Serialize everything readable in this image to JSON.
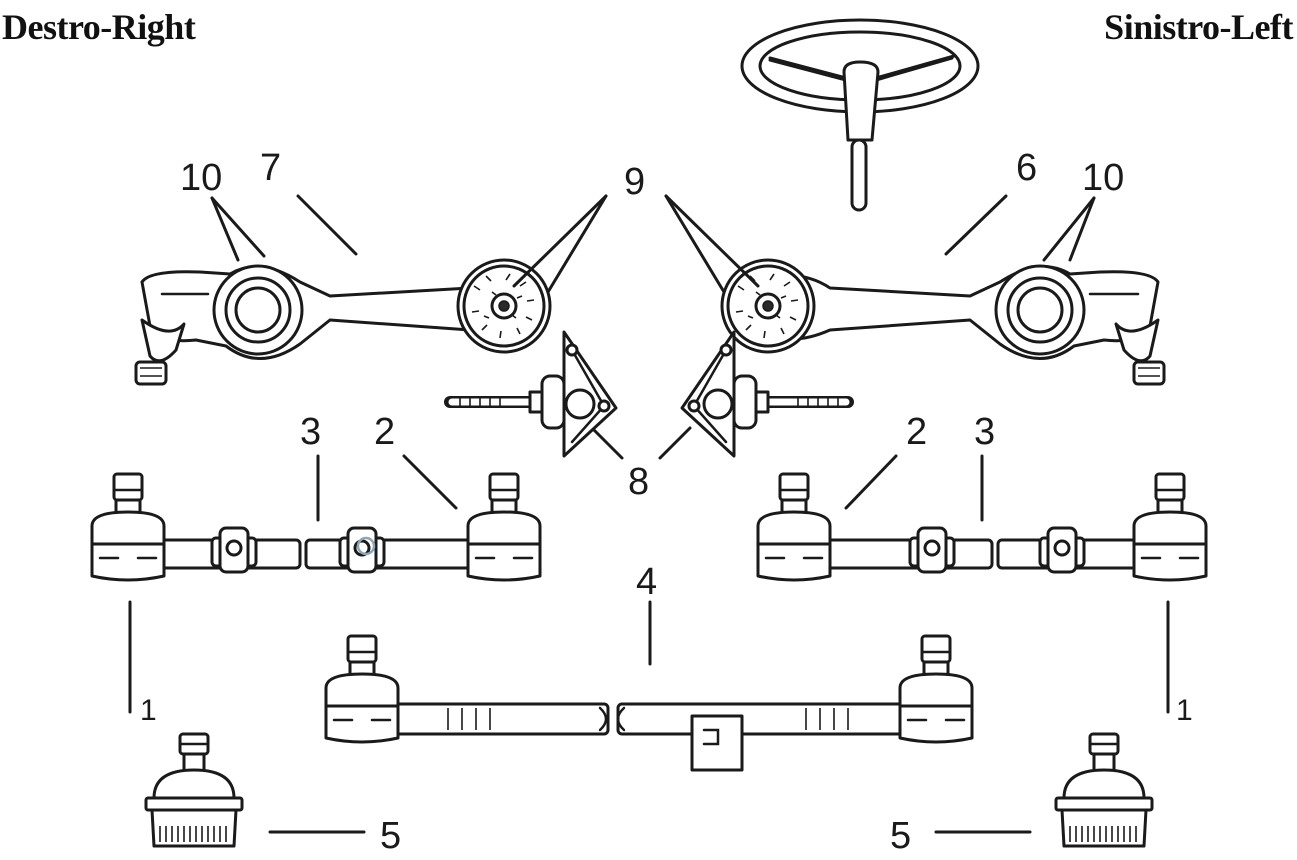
{
  "titles": {
    "right": "Destro-Right",
    "left": "Sinistro-Left"
  },
  "callouts": {
    "n1_left": "1",
    "n1_right": "1",
    "n2_left": "2",
    "n2_right": "2",
    "n3_left": "3",
    "n3_right": "3",
    "n4": "4",
    "n5_left": "5",
    "n5_right": "5",
    "n6": "6",
    "n7": "7",
    "n8": "8",
    "n9": "9",
    "n10_left": "10",
    "n10_right": "10"
  },
  "colors": {
    "ink": "#1a1a1a",
    "paper": "#ffffff"
  }
}
